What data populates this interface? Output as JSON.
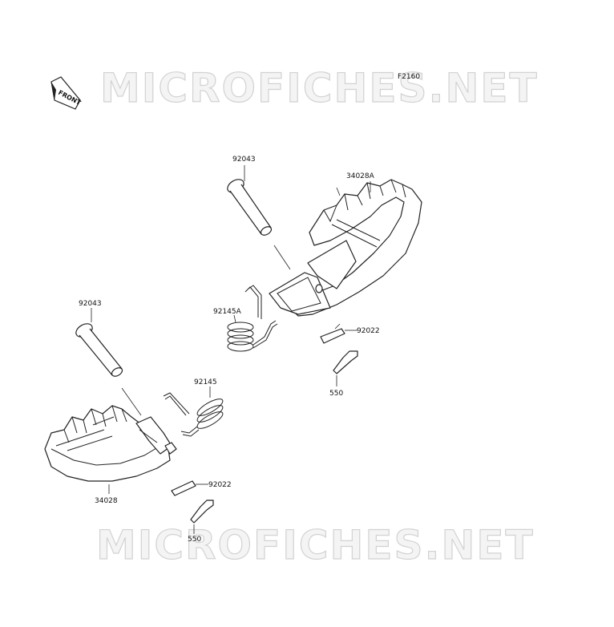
{
  "diagram_code": "F2160",
  "front_label": "FRONT",
  "watermark": {
    "top": "MICROFICHES.NET",
    "bottom": "MICROFICHES.NET"
  },
  "parts": {
    "pin_upper": "92043",
    "footpeg_right": "34028A",
    "spring_right": "92145A",
    "washer_right": "92022",
    "cotter_right": "550",
    "pin_lower": "92043",
    "spring_left": "92145",
    "footpeg_left": "34028",
    "washer_left": "92022",
    "cotter_left": "550"
  }
}
